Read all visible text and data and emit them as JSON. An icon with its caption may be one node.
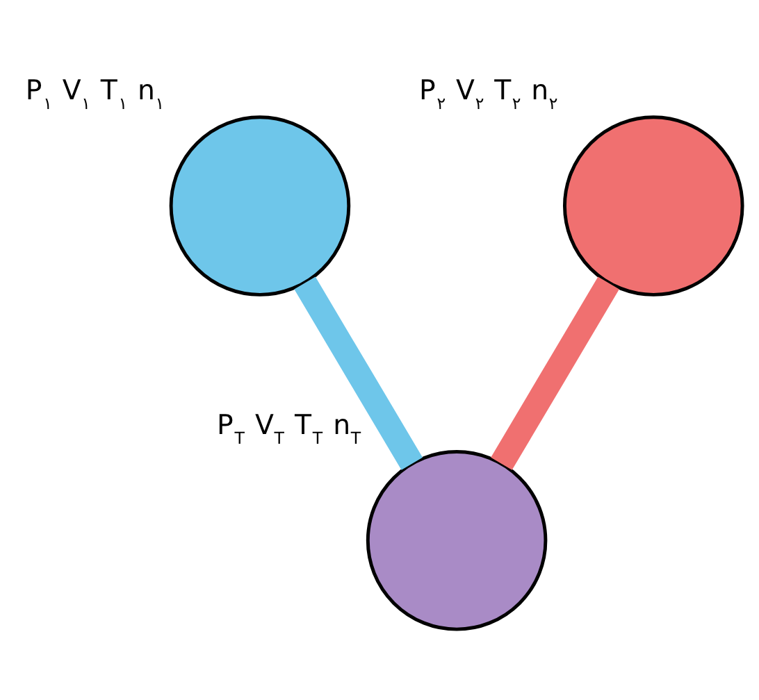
{
  "diagram": {
    "nodes": [
      {
        "text": [],
        "shape": "circle",
        "beside": [
          "P$_{۱}$",
          "V$_{۱}$",
          "T$_{۱}$",
          "n$_{۱}$"
        ]
      },
      {
        "text": [],
        "shape": "circle",
        "beside": [
          "P$_{۲}$",
          "V$_{۲}$",
          "T$_{۲}$",
          "n$_{۲}$"
        ]
      },
      {
        "text": [],
        "shape": "circle",
        "beside": [
          "P$_{T}$",
          "V$_{T}$",
          "T$_{T}$",
          "n$_{T}$"
        ]
      }
    ],
    "edges": [
      {
        "from": 0,
        "to": 2,
        "arrow": "none",
        "color": "#6ec6ea"
      },
      {
        "from": 1,
        "to": 2,
        "arrow": "none",
        "color": "#f07070"
      }
    ]
  }
}
